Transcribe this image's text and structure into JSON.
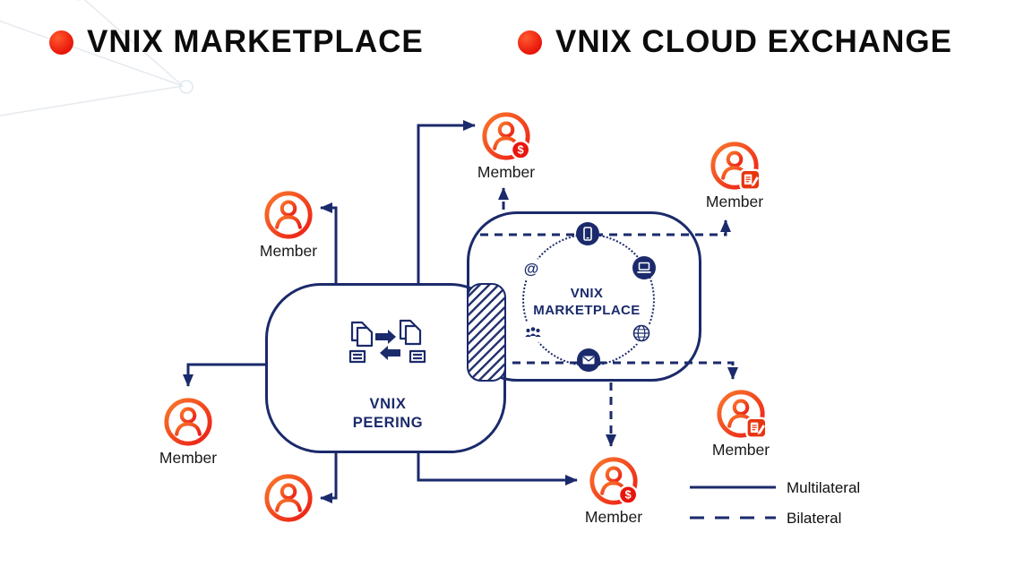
{
  "header": {
    "titles": [
      {
        "label": "VNIX MARKETPLACE"
      },
      {
        "label": "VNIX CLOUD EXCHANGE"
      }
    ]
  },
  "diagram": {
    "peering": {
      "line1": "VNIX",
      "line2": "PEERING",
      "icon": "document-exchange-icon"
    },
    "marketplace": {
      "line1": "VNIX",
      "line2": "MARKETPLACE",
      "icons": [
        "phone-icon",
        "at-icon",
        "laptop-icon",
        "people-icon",
        "globe-icon",
        "mail-icon"
      ]
    },
    "members": [
      {
        "label": "Member",
        "badge": "dollar",
        "position": "top-center"
      },
      {
        "label": "Member",
        "badge": "none",
        "position": "upper-left"
      },
      {
        "label": "Member",
        "badge": "none",
        "position": "mid-left"
      },
      {
        "label": "",
        "badge": "none",
        "position": "bottom-left"
      },
      {
        "label": "Member",
        "badge": "dollar",
        "position": "bottom-center"
      },
      {
        "label": "Member",
        "badge": "contract",
        "position": "top-right"
      },
      {
        "label": "Member",
        "badge": "contract",
        "position": "mid-right"
      }
    ],
    "legend": {
      "multilateral": "Multilateral",
      "bilateral": "Bilateral"
    },
    "colors": {
      "navy": "#1b2a6b",
      "red": "#ec1c0f",
      "orange": "#f9772b"
    }
  }
}
